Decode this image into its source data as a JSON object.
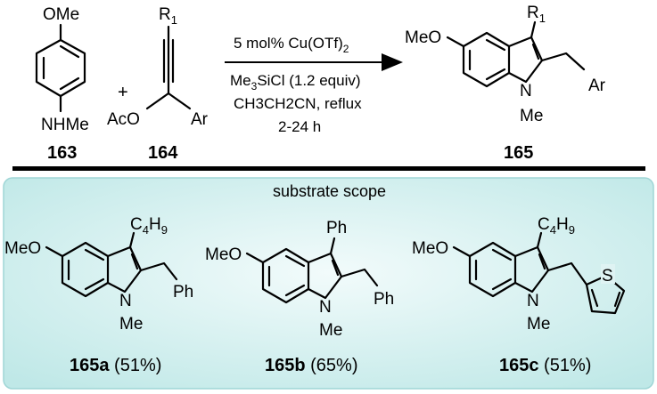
{
  "scheme": {
    "reactant1": {
      "id": "163",
      "groups": {
        "top": "OMe",
        "bottom": "NHMe"
      }
    },
    "plus": "+",
    "reactant2": {
      "id": "164",
      "groups": {
        "r": "R",
        "r_sub": "1",
        "oac": "AcO",
        "ar": "Ar"
      }
    },
    "conditions": {
      "line1_main": "5 mol% Cu(OTf)",
      "line1_sub": "2",
      "line2": "Me",
      "line2_sub": "3",
      "line2_rest": "SiCl (1.2 equiv)",
      "line3": "CH3CH2CN, reflux",
      "line4": "2-24 h"
    },
    "product": {
      "id": "165",
      "groups": {
        "meo": "MeO",
        "r": "R",
        "r_sub": "1",
        "ar": "Ar",
        "n": "N",
        "me": "Me"
      }
    }
  },
  "scope": {
    "title": "substrate scope",
    "items": [
      {
        "id": "165a",
        "yield": " (51%)",
        "meo": "MeO",
        "sub_main": "C",
        "sub_4": "4",
        "sub_h": "H",
        "sub_9": "9",
        "side": "Ph",
        "n": "N",
        "me": "Me"
      },
      {
        "id": "165b",
        "yield": " (65%)",
        "meo": "MeO",
        "sub_main": "Ph",
        "side": "Ph",
        "n": "N",
        "me": "Me"
      },
      {
        "id": "165c",
        "yield": " (51%)",
        "meo": "MeO",
        "sub_main": "C",
        "sub_4": "4",
        "sub_h": "H",
        "sub_9": "9",
        "side": "S",
        "n": "N",
        "me": "Me"
      }
    ]
  },
  "colors": {
    "scope_bg": "#d8f1f0",
    "scope_border": "#9fd6d6",
    "divider": "#000000"
  }
}
